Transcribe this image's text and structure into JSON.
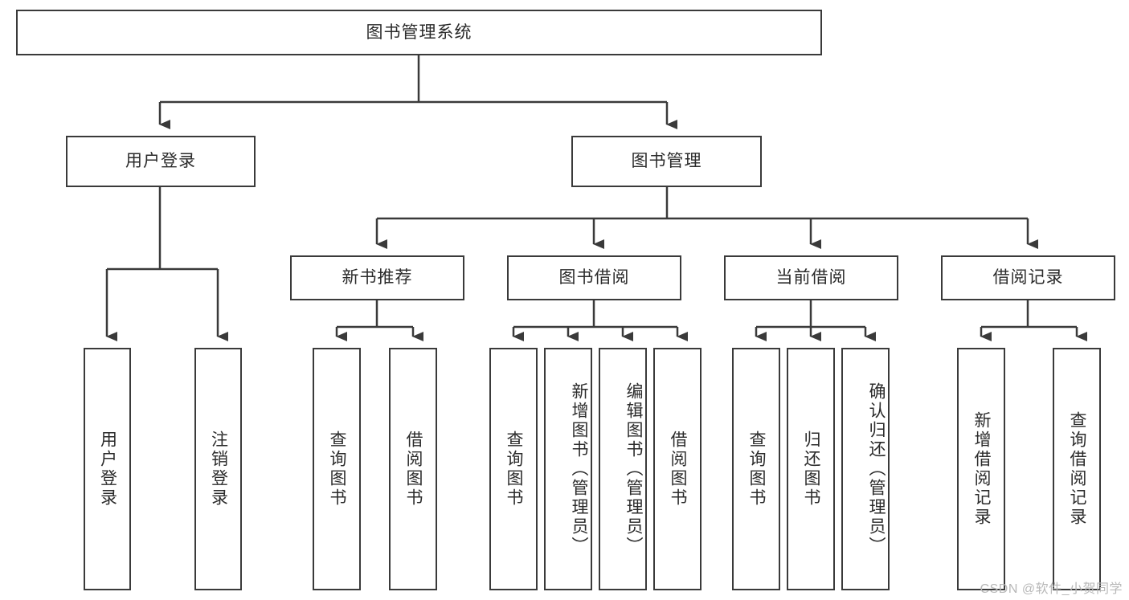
{
  "diagram": {
    "title": "图书管理系统",
    "type": "tree-hierarchy-diagram",
    "colors": {
      "stroke": "#3a3a3a",
      "box_fill": "#ffffff",
      "text": "#2b2b2b",
      "watermark": "#b8b8b8",
      "background": "#ffffff"
    },
    "root": {
      "label": "图书管理系统"
    },
    "level2": [
      {
        "label": "用户登录"
      },
      {
        "label": "图书管理"
      }
    ],
    "level3": [
      {
        "label": "新书推荐"
      },
      {
        "label": "图书借阅"
      },
      {
        "label": "当前借阅"
      },
      {
        "label": "借阅记录"
      }
    ],
    "leaves": {
      "user_login": [
        {
          "label": "用户登录"
        },
        {
          "label": "注销登录"
        }
      ],
      "new_book_recommend": [
        {
          "label": "查询图书"
        },
        {
          "label": "借阅图书"
        }
      ],
      "book_borrow": [
        {
          "label": "查询图书"
        },
        {
          "label": "新增图书（管理员）"
        },
        {
          "label": "编辑图书（管理员）"
        },
        {
          "label": "借阅图书"
        }
      ],
      "current_borrow": [
        {
          "label": "查询图书"
        },
        {
          "label": "归还图书"
        },
        {
          "label": "确认归还（管理员）"
        }
      ],
      "borrow_records": [
        {
          "label": "新增借阅记录"
        },
        {
          "label": "查询借阅记录"
        }
      ]
    }
  },
  "watermark": {
    "text": "CSDN @软件_小贺同学"
  }
}
